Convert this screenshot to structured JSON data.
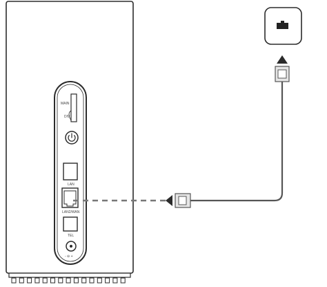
{
  "router": {
    "panel_labels": {
      "sim_slot_top": "MAIN",
      "sim_slot_side": "DIV",
      "lan_port": "LAN",
      "lan_wan_port": "LAN2/WAN",
      "tel_port": "TEL",
      "power_polarity": "- ⊖ +"
    },
    "power_button_icon": "power-icon"
  },
  "network_cable": {
    "connector_icon": "rj45-plug-icon",
    "line_styles": [
      "dashed",
      "solid"
    ],
    "arrow_directions": [
      "left",
      "up"
    ]
  },
  "wall_socket": {
    "icon": "ethernet-wall-socket-icon"
  },
  "colors": {
    "outline": "#2b2b2b",
    "cable": "#555555",
    "dashed_link": "#777777",
    "connector_fill": "#e6e6e6",
    "socket_icon": "#222222"
  }
}
